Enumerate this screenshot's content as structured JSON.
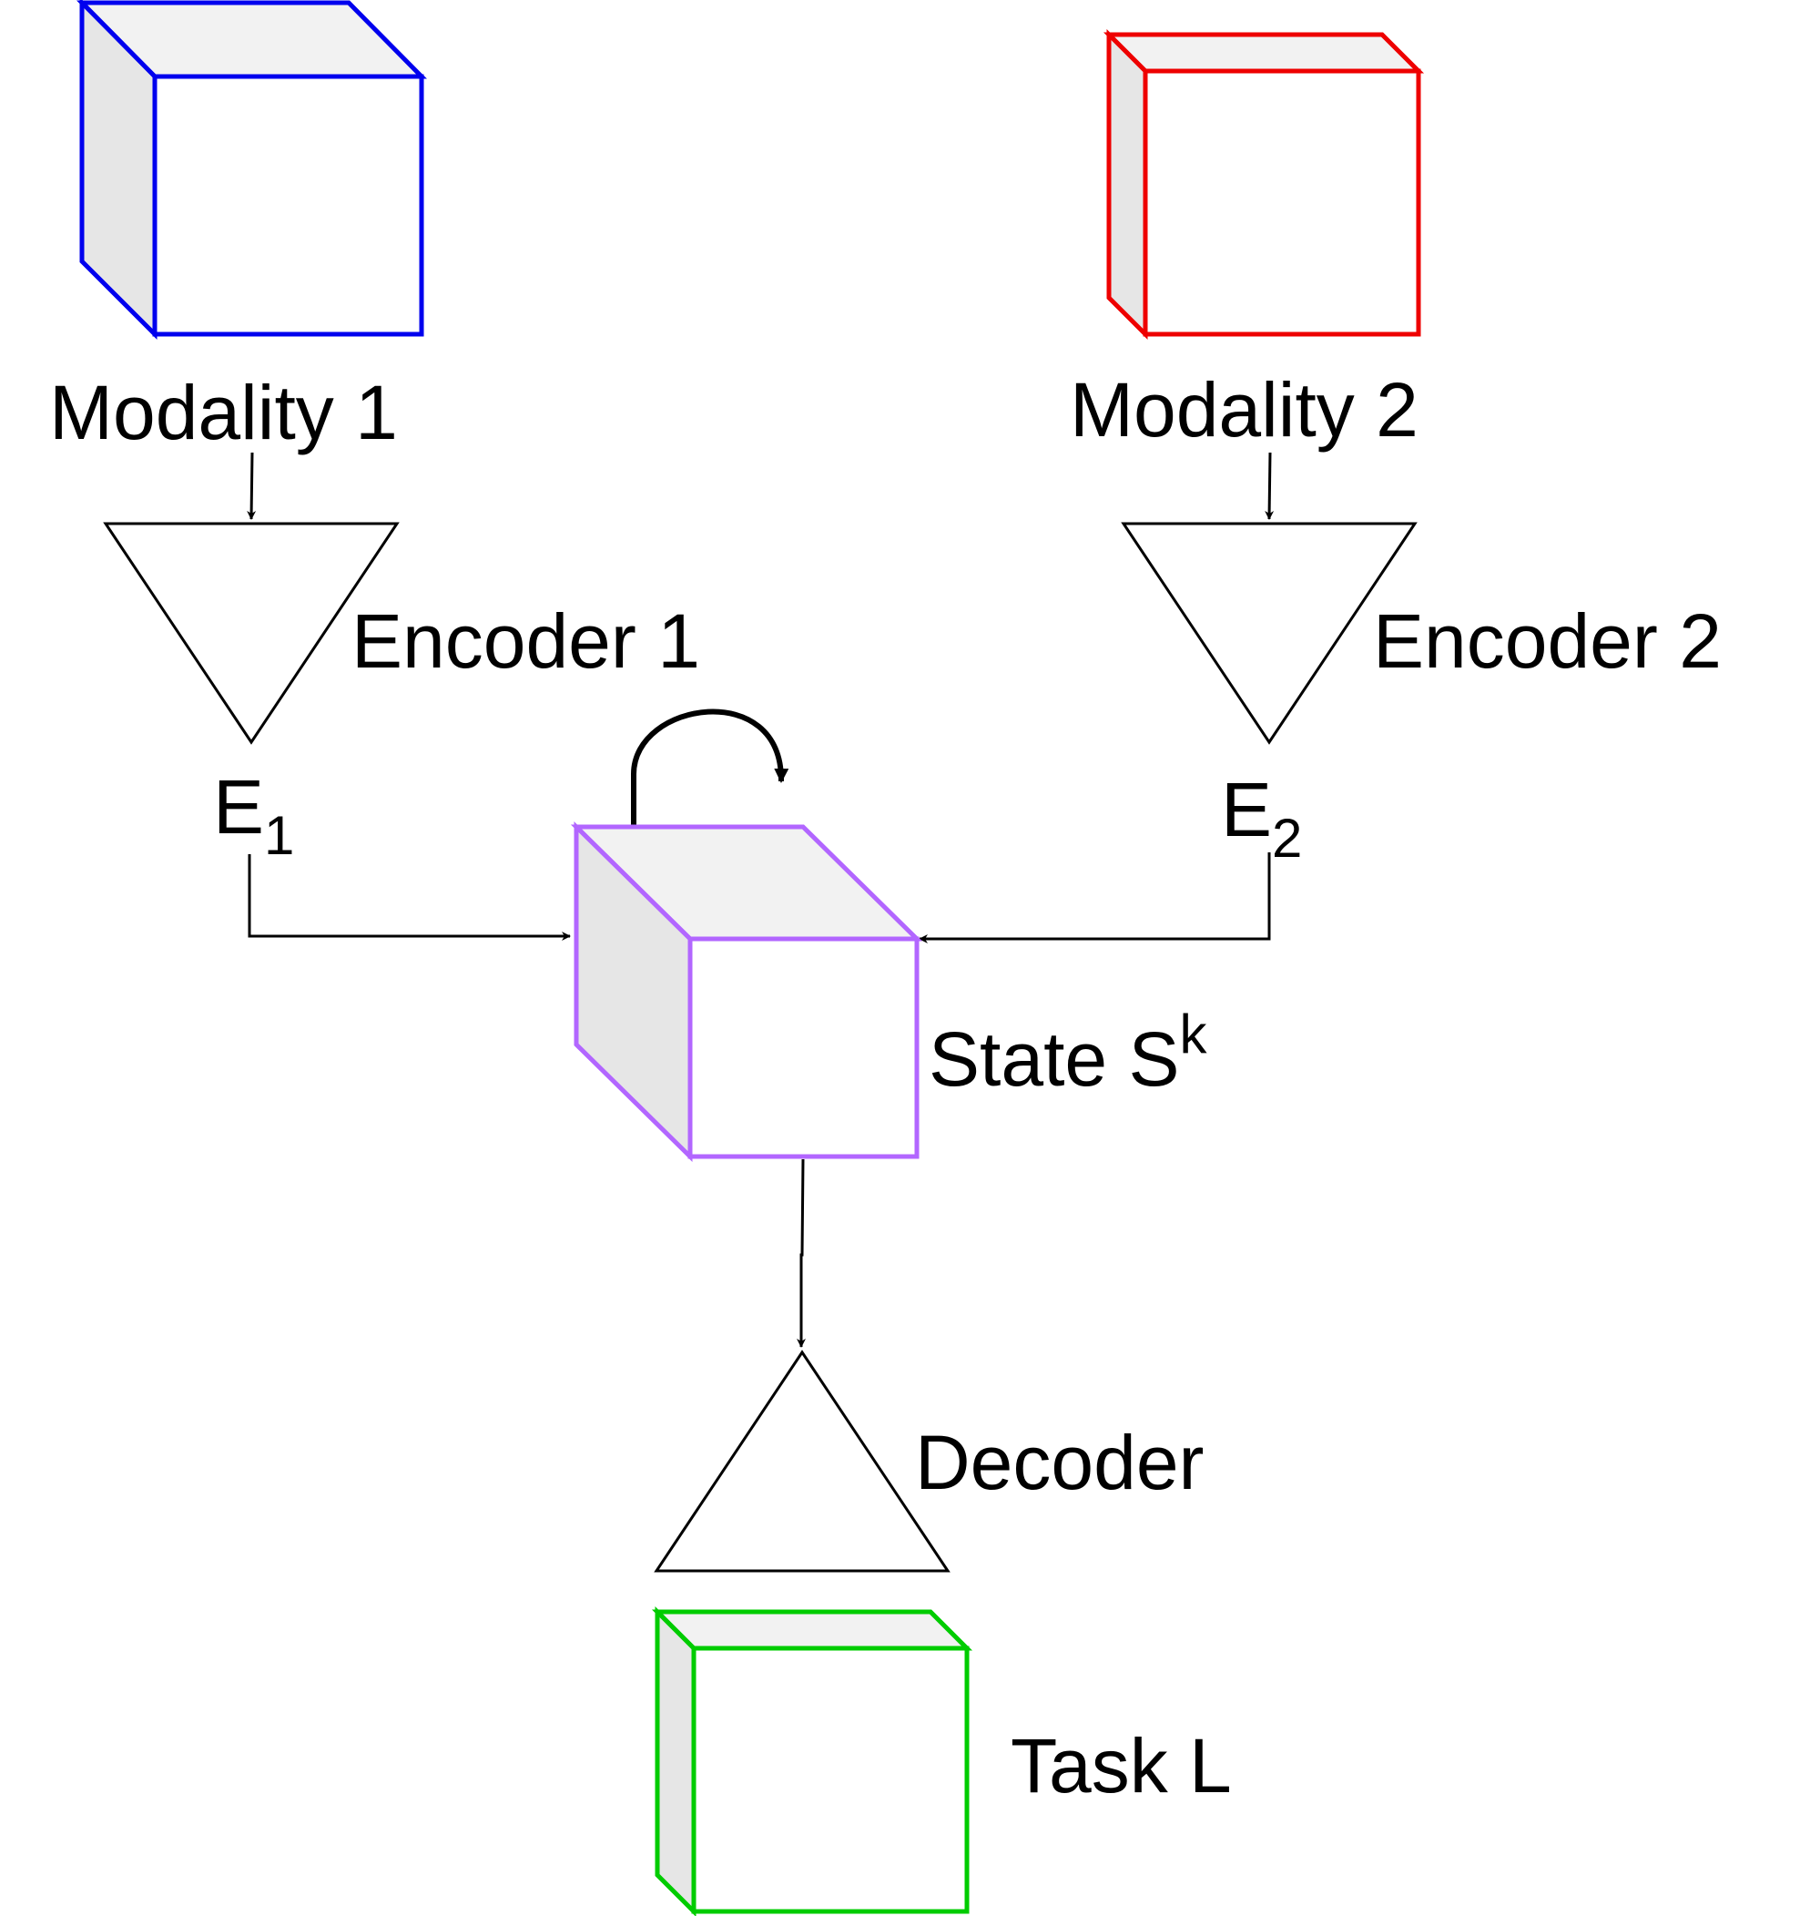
{
  "colors": {
    "modality1": "#0000ee",
    "modality2": "#ee0000",
    "state": "#b266ff",
    "task": "#00cc00",
    "side_face": "#e6e6e6",
    "top_face": "#f2f2f2",
    "stroke": "#000000"
  },
  "nodes": {
    "modality1": {
      "label": "Modality 1"
    },
    "modality2": {
      "label": "Modality 2"
    },
    "encoder1": {
      "label": "Encoder 1"
    },
    "encoder2": {
      "label": "Encoder 2"
    },
    "embedding1": {
      "base": "E",
      "sub": "1"
    },
    "embedding2": {
      "base": "E",
      "sub": "2"
    },
    "state": {
      "base": "State S",
      "sup": "k"
    },
    "decoder": {
      "label": "Decoder"
    },
    "task": {
      "label": "Task L"
    }
  }
}
